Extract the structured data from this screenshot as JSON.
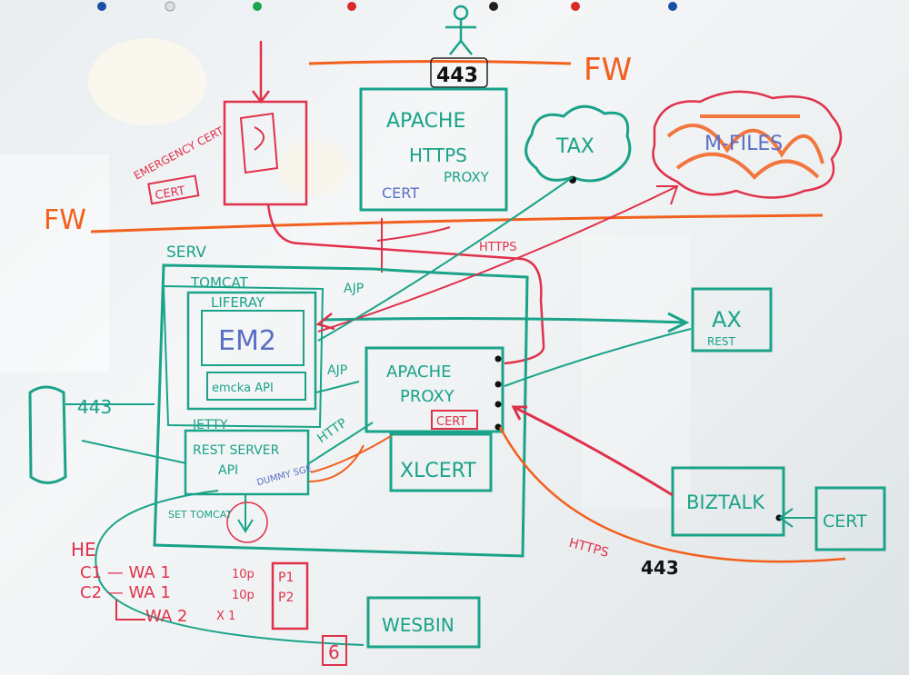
{
  "colors": {
    "teal": "#1aa389",
    "red": "#e0314b",
    "orange": "#f2601e",
    "blue": "#5a6fc4",
    "black": "#111111"
  },
  "labels": {
    "fw_top": "FW",
    "fw_left": "FW",
    "port_top": "443",
    "apache_https_proxy": [
      "APACHE",
      "HTTPS",
      "PROXY"
    ],
    "cert_proxy": "CERT",
    "tax": "TAX",
    "mfiles": "M-FILES",
    "emergency_cert": "EMERGENCY CERT",
    "cert_left": "CERT",
    "https_top": "HTTPS",
    "serv": "SERV",
    "tomcat": "TOMCAT",
    "liferay": "LIFERAY",
    "em2": "EM2",
    "emcka_api": "emcka API",
    "ajp_top": "AJP",
    "ajp_mid": "AJP",
    "http_mid": "HTTP",
    "jetty": "JETTY",
    "rest_server": [
      "REST SERVER",
      "API"
    ],
    "dummy_sg": "DUMMY SGE",
    "apache_proxy": [
      "APACHE",
      "PROXY"
    ],
    "cert_apache": "CERT",
    "xlcert": "XLCERT",
    "ax_rest": [
      "AX",
      "REST"
    ],
    "port_left": "443",
    "biztalk": "BIZTALK",
    "cert_right": "CERT",
    "https_bottom": "HTTPS",
    "port_bottom": "443",
    "he": "HE",
    "c1": "C1 — WA 1",
    "c2": "C2 — WA 1",
    "wa2": "WA 2",
    "top1": "10p",
    "top2": "10p",
    "x1": "X 1",
    "p1": "P1",
    "p2": "P2",
    "wesbin": "WESBIN",
    "six": "6",
    "set_tomcat": "SET TOMCAT"
  }
}
